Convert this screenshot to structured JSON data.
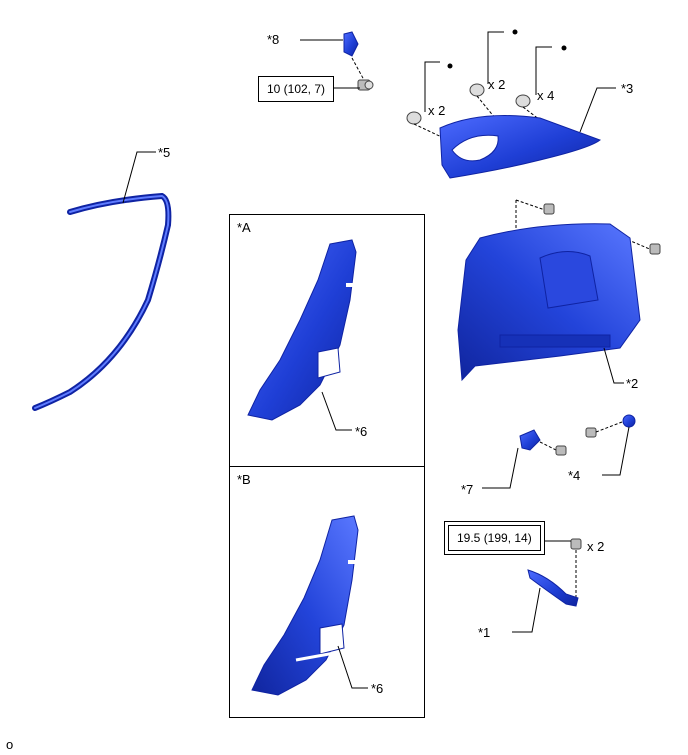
{
  "labels": {
    "p1": "*1",
    "p2": "*2",
    "p3": "*3",
    "p4": "*4",
    "p5": "*5",
    "p6a": "*6",
    "p6b": "*6",
    "p7": "*7",
    "p8": "*8",
    "viewA": "*A",
    "viewB": "*B"
  },
  "torques": {
    "t1": "10 (102, 7)",
    "t2": "19.5 (199, 14)"
  },
  "quantities": {
    "q1": "x 2",
    "q2": "x 2",
    "q3": "x 4",
    "q4": "x 2"
  },
  "corner": "o",
  "colors": {
    "part": "#1f3fd6",
    "part_dark": "#0f23a3",
    "part_light": "#5f7cff",
    "line": "#000000"
  }
}
